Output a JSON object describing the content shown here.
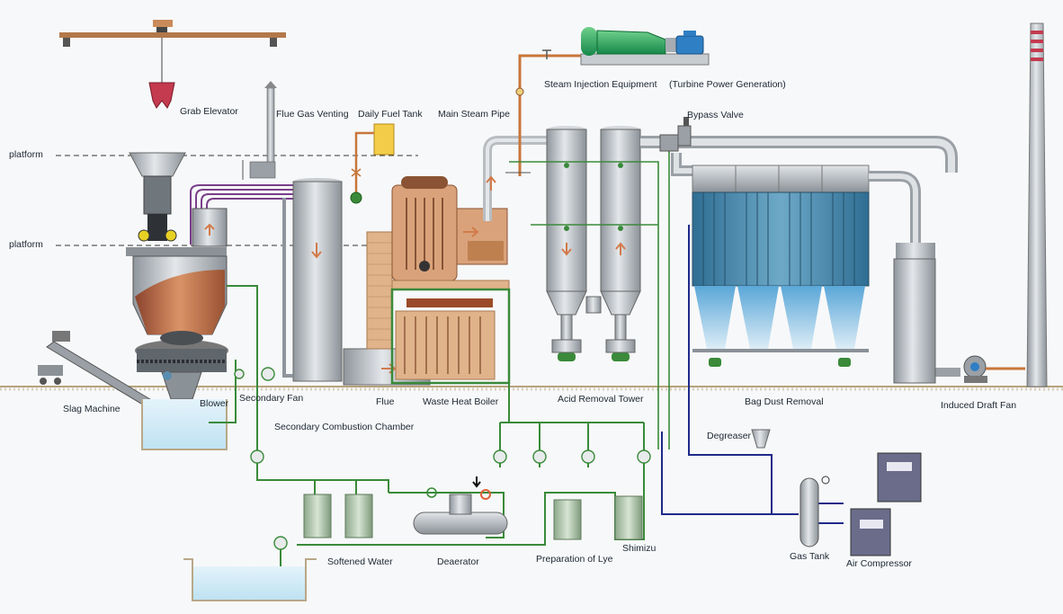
{
  "platform_labels": [
    "platform",
    "platform"
  ],
  "labels": {
    "grab_elevator": "Grab Elevator",
    "flue_gas_venting": "Flue Gas Venting",
    "daily_fuel_tank": "Daily Fuel Tank",
    "main_steam_pipe": "Main Steam Pipe",
    "steam_injection": "Steam Injection Equipment",
    "turbine": "(Turbine Power Generation)",
    "bypass_valve": "Bypass Valve",
    "slag_machine": "Slag Machine",
    "blower": "Blower",
    "secondary_fan": "Secondary Fan",
    "flue": "Flue",
    "waste_heat_boiler": "Waste Heat Boiler",
    "acid_removal_tower": "Acid Removal Tower",
    "bag_dust_removal": "Bag Dust Removal",
    "induced_draft_fan": "Induced Draft Fan",
    "secondary_combustion_chamber": "Secondary Combustion Chamber",
    "degreaser": "Degreaser",
    "softened_water": "Softened Water",
    "deaerator": "Deaerator",
    "preparation_of_lye": "Preparation of Lye",
    "shimizu": "Shimizu",
    "gas_tank": "Gas Tank",
    "air_compressor": "Air Compressor"
  },
  "colors": {
    "steel": "#b9bdc2",
    "steel_dark": "#7f868d",
    "green_pipe": "#3a8a3a",
    "blue_pipe": "#1f2a8a",
    "copper_pipe": "#c8763a",
    "purple_duct": "#7a3e8a",
    "brick": "#d8a070",
    "filter_blue": "#4a86a8",
    "ground": "#b8a888"
  }
}
